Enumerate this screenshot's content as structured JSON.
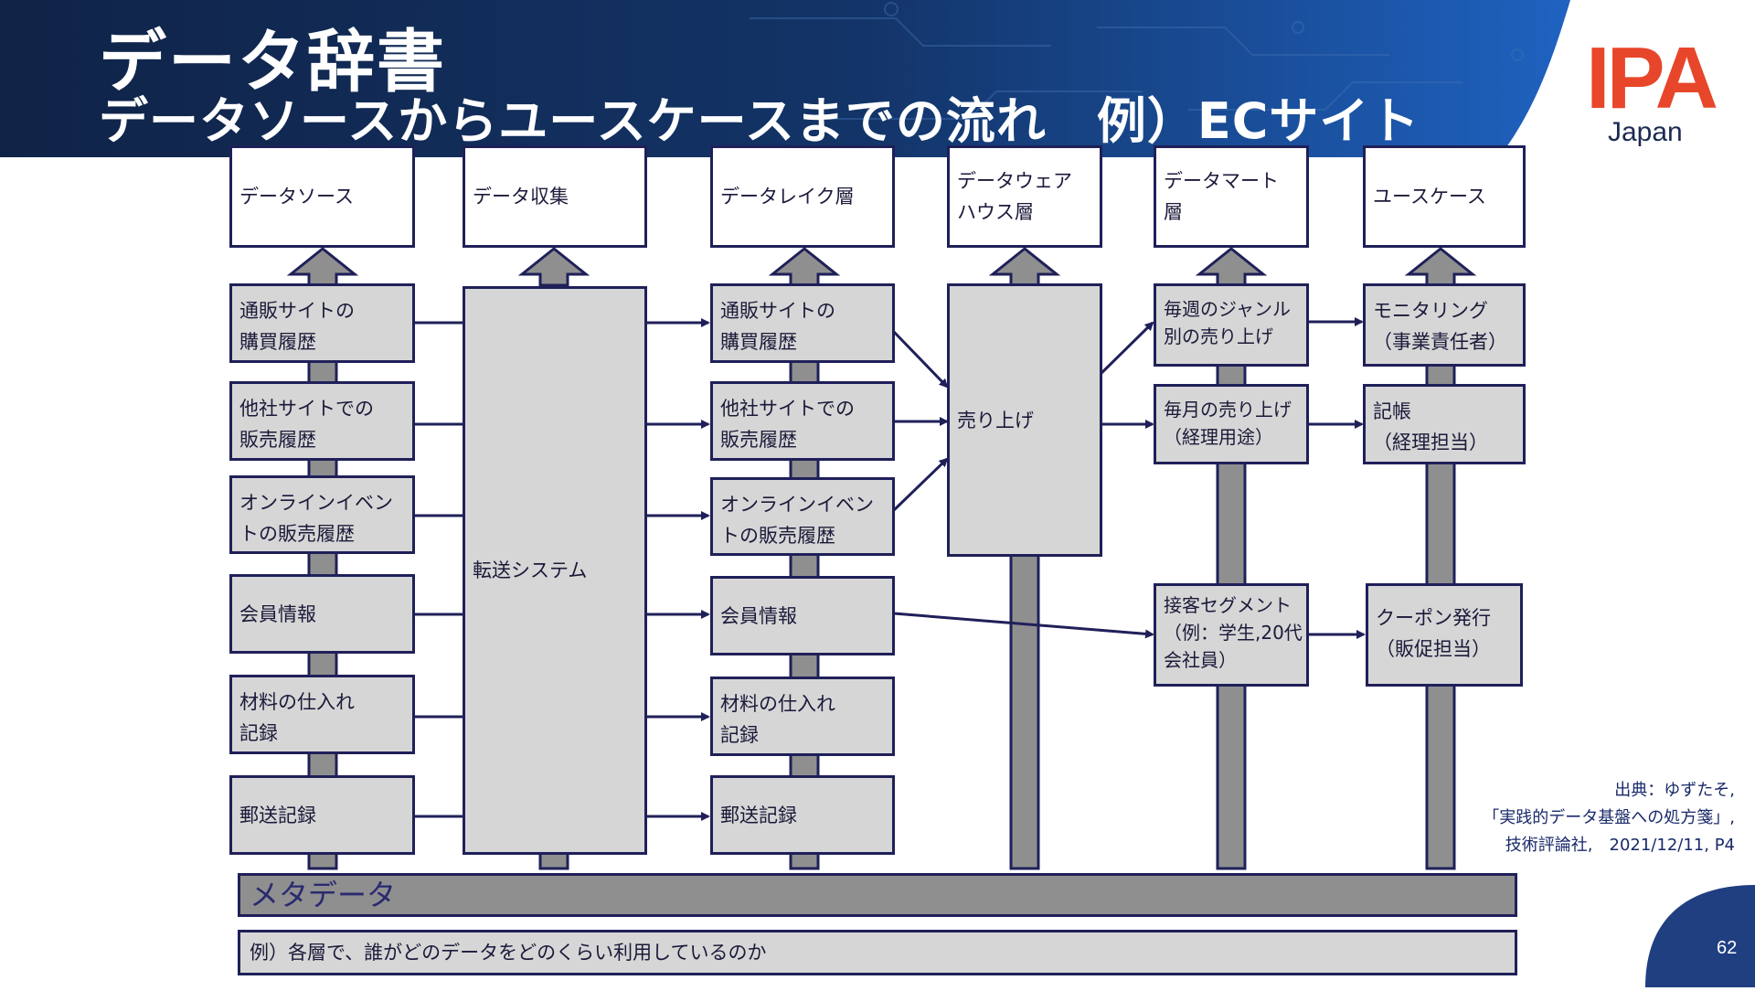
{
  "title": "データ辞書",
  "subtitle": "データソースからユースケースまでの流れ　例）ECサイト",
  "logo": {
    "mark": "IPA",
    "sub": "Japan"
  },
  "colors": {
    "header": "#132a55",
    "accent": "#1f62c0",
    "logo": "#e8462a",
    "border": "#1f2059",
    "box": "#d6d6d6",
    "pillar": "#8f8f8f"
  },
  "columns": [
    {
      "header": "データソース",
      "items": [
        "通販サイトの\n購買履歴",
        "他社サイトでの\n販売履歴",
        "オンラインイベン\nトの販売履歴",
        "会員情報",
        "材料の仕入れ\n記録",
        "郵送記録"
      ]
    },
    {
      "header": "データ収集",
      "system": "転送システム"
    },
    {
      "header": "データレイク層",
      "items": [
        "通販サイトの\n購買履歴",
        "他社サイトでの\n販売履歴",
        "オンラインイベン\nトの販売履歴",
        "会員情報",
        "材料の仕入れ\n記録",
        "郵送記録"
      ]
    },
    {
      "header": "データウェア\nハウス層",
      "warehouse": "売り上げ"
    },
    {
      "header": "データマート\n層",
      "items": [
        "毎週のジャンル\n別の売り上げ",
        "毎月の売り上げ\n（経理用途）",
        "接客セグメント\n（例：学生,20代\n会社員）"
      ]
    },
    {
      "header": "ユースケース",
      "items": [
        "モニタリング\n（事業責任者）",
        "記帳\n（経理担当）",
        "クーポン発行\n（販促担当）"
      ]
    }
  ],
  "metadata_label": "メタデータ",
  "metadata_example": "例）各層で、誰がどのデータをどのくらい利用しているのか",
  "source_note": "出典：ゆずたそ,\n「実践的データ基盤への処方箋」,\n技術評論社,　2021/12/11, P4",
  "page_number": "62"
}
